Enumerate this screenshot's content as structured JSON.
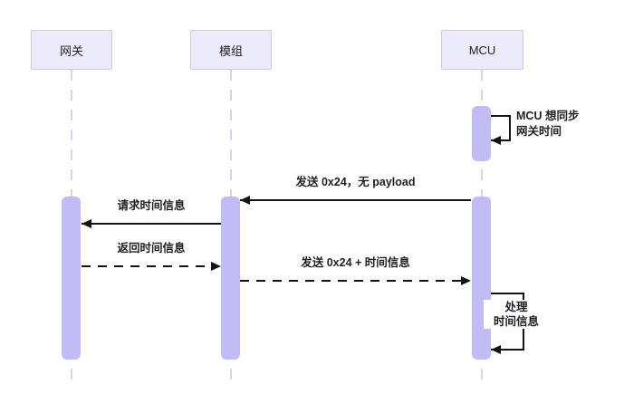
{
  "diagram": {
    "type": "sequence-diagram",
    "actors": [
      {
        "id": "gateway",
        "label": "网关"
      },
      {
        "id": "module",
        "label": "模组"
      },
      {
        "id": "mcu",
        "label": "MCU"
      }
    ],
    "messages": [
      {
        "from": "MCU",
        "to": "MCU",
        "kind": "self-loop",
        "line": "solid",
        "label": "MCU 想同步\n网关时间"
      },
      {
        "from": "MCU",
        "to": "模组",
        "kind": "arrow",
        "line": "solid",
        "label": "发送 0x24，无 payload"
      },
      {
        "from": "模组",
        "to": "网关",
        "kind": "arrow",
        "line": "solid",
        "label": "请求时间信息"
      },
      {
        "from": "网关",
        "to": "模组",
        "kind": "arrow",
        "line": "dashed",
        "label": "返回时间信息"
      },
      {
        "from": "模组",
        "to": "MCU",
        "kind": "arrow",
        "line": "dashed",
        "label": "发送 0x24 + 时间信息"
      },
      {
        "from": "MCU",
        "to": "MCU",
        "kind": "self-loop",
        "line": "solid",
        "label": "处理\n时间信息"
      }
    ],
    "colors": {
      "actor-fill": "#ECEBFB",
      "actor-border": "#CFC8EF",
      "activation-fill": "#C2BCF4",
      "lifeline": "#D7D0F4",
      "message-line": "#141414",
      "text": "#1F1F26",
      "background": "#FFFFFF"
    }
  }
}
